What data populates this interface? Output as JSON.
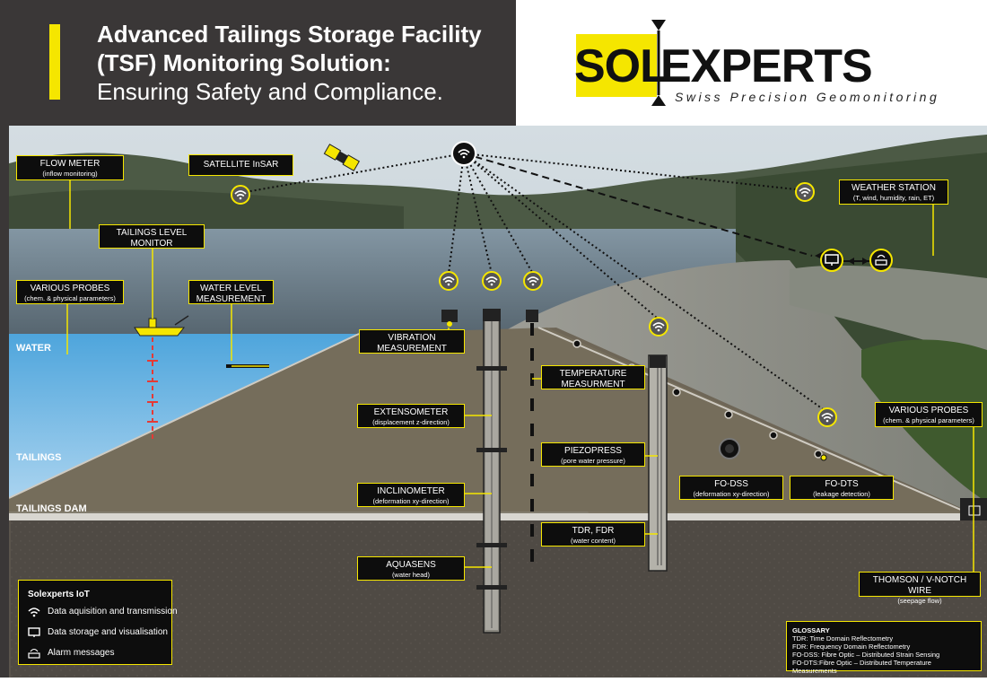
{
  "header": {
    "title_line1": "Advanced Tailings Storage Facility",
    "title_line2": "(TSF) Monitoring Solution:",
    "subtitle": "Ensuring Safety and Compliance.",
    "accent_color": "#f5e600",
    "background_color": "#3a3737"
  },
  "logo": {
    "part1": "SOL",
    "part2": "EXPERTS",
    "tagline": "Swiss Precision Geomonitoring"
  },
  "zones": {
    "water": "WATER",
    "tailings": "TAILINGS",
    "dam": "TAILINGS DAM"
  },
  "labels": {
    "flow_meter": {
      "title": "FLOW METER",
      "sub": "(inflow monitoring)"
    },
    "satellite": {
      "title": "SATELLITE InSAR"
    },
    "tailings_level": {
      "title": "TAILINGS LEVEL MONITOR"
    },
    "probes_left": {
      "title": "VARIOUS PROBES",
      "sub": "(chem. & physical parameters)"
    },
    "water_level": {
      "title": "WATER LEVEL MEASUREMENT"
    },
    "vibration": {
      "title": "VIBRATION MEASUREMENT"
    },
    "extensometer": {
      "title": "EXTENSOMETER",
      "sub": "(displacement z-direction)"
    },
    "inclinometer": {
      "title": "INCLINOMETER",
      "sub": "(deformation xy-direction)"
    },
    "aquasens": {
      "title": "AQUASENS",
      "sub": "(water head)"
    },
    "temperature": {
      "title": "TEMPERATURE MEASURMENT"
    },
    "piezopress": {
      "title": "PIEZOPRESS",
      "sub": "(pore water pressure)"
    },
    "tdr_fdr": {
      "title": "TDR, FDR",
      "sub": "(water content)"
    },
    "fo_dss": {
      "title": "FO-DSS",
      "sub": "(deformation xy-direction)"
    },
    "fo_dts": {
      "title": "FO-DTS",
      "sub": "(leakage detection)"
    },
    "weather": {
      "title": "WEATHER STATION",
      "sub": "(T, wind, humidity, rain, ET)"
    },
    "probes_right": {
      "title": "VARIOUS PROBES",
      "sub": "(chem. & physical parameters)"
    },
    "thomson": {
      "title": "THOMSON / V-NOTCH WIRE",
      "sub": "(seepage flow)"
    }
  },
  "legend": {
    "title": "Solexperts IoT",
    "items": [
      {
        "icon": "wifi-icon",
        "label": "Data aquisition and transmission"
      },
      {
        "icon": "monitor-icon",
        "label": "Data storage and visualisation"
      },
      {
        "icon": "alarm-icon",
        "label": "Alarm messages"
      }
    ]
  },
  "glossary": {
    "title": "GLOSSARY",
    "lines": [
      "TDR: Time Domain Reflectometry",
      "FDR: Frequency Domain Reflectometry",
      "FO-DSS: Fibre Optic – Distributed Strain Sensing",
      "FO-DTS:Fibre Optic – Distributed Temperature Measurements"
    ]
  }
}
